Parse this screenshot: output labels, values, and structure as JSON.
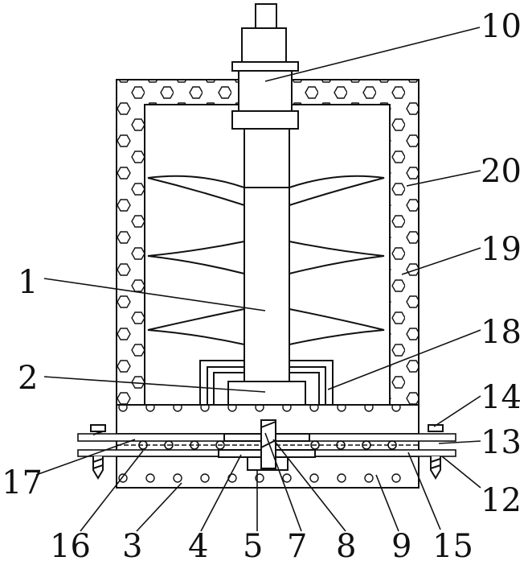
{
  "diagram": {
    "callouts": [
      "1",
      "2",
      "3",
      "4",
      "5",
      "7",
      "8",
      "9",
      "10",
      "12",
      "13",
      "14",
      "15",
      "16",
      "17",
      "18",
      "19",
      "20"
    ]
  },
  "labels": {
    "l1": "1",
    "l2": "2",
    "l3": "3",
    "l4": "4",
    "l5": "5",
    "l7": "7",
    "l8": "8",
    "l9": "9",
    "l10": "10",
    "l12": "12",
    "l13": "13",
    "l14": "14",
    "l15": "15",
    "l16": "16",
    "l17": "17",
    "l18": "18",
    "l19": "19",
    "l20": "20"
  }
}
